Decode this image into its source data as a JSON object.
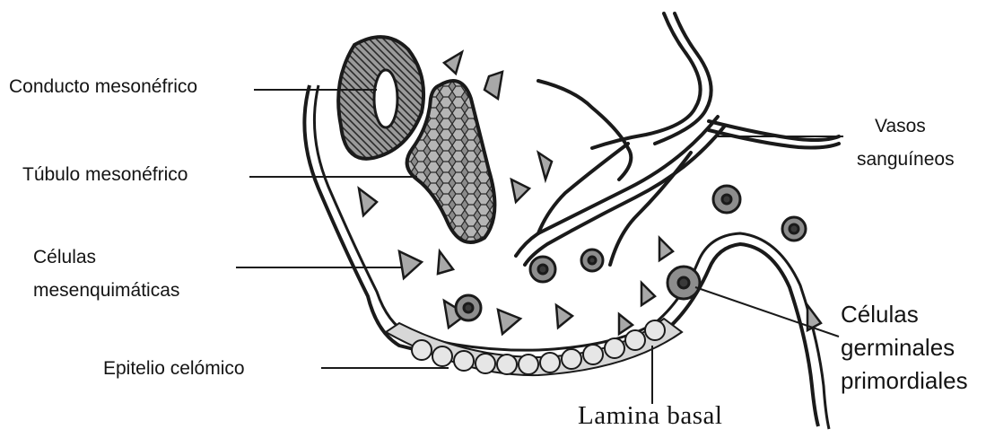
{
  "labels": {
    "conducto_mesonefrico": "Conducto mesonéfrico",
    "tubulo_mesonefrico": "Túbulo mesonéfrico",
    "celulas_mesenquimaticas": [
      "Células",
      "mesenquimáticas"
    ],
    "epitelio_celomico": "Epitelio celómico",
    "vasos_sanguineos": [
      "Vasos",
      "sanguíneos"
    ],
    "celulas_germinales": [
      "Células",
      "germinales",
      "primordiales"
    ],
    "lamina_basal": "Lamina basal"
  }
}
